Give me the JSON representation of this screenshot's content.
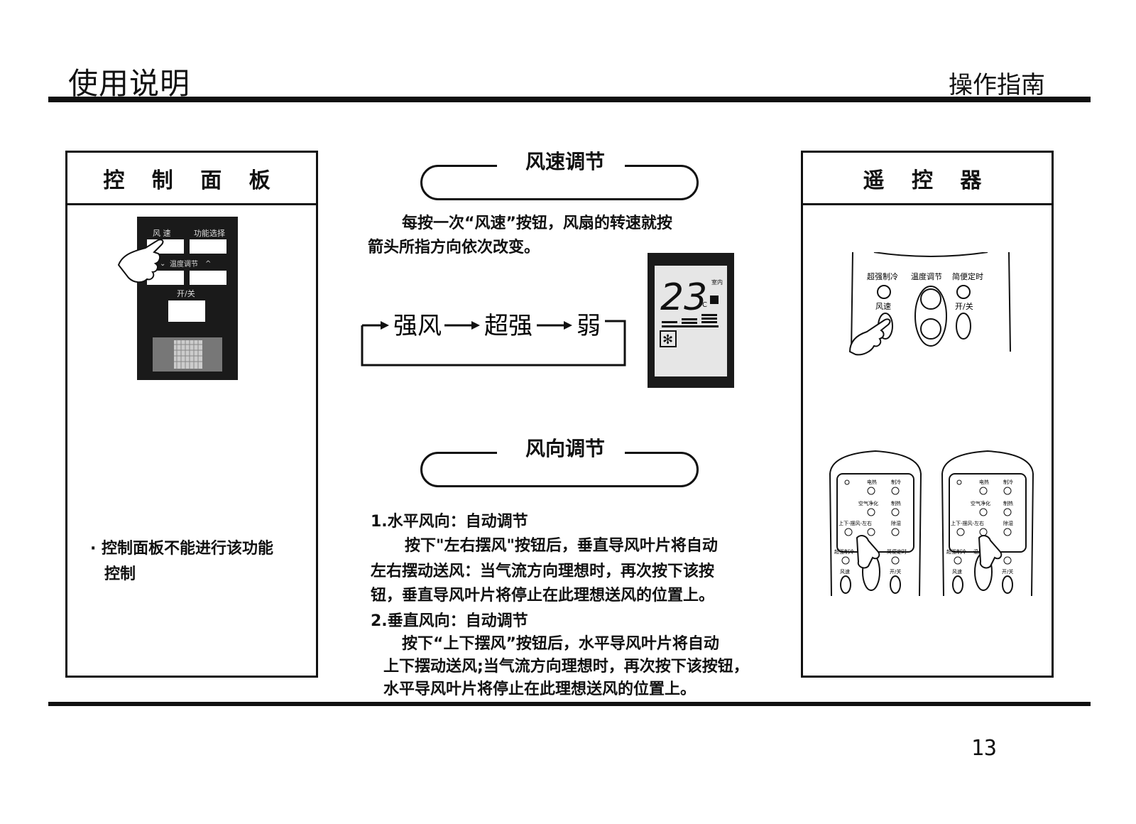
{
  "header": {
    "left_title": "使用说明",
    "right_title": "操作指南"
  },
  "page_number": "13",
  "left_panel": {
    "title": "控 制 面 板",
    "panel_labels": {
      "fan_speed": "风 速",
      "function_select": "功能选择",
      "temp_adjust": "温度调节",
      "power": "开/关"
    },
    "note_line1": "· 控制面板不能进行该功能",
    "note_line2": "控制"
  },
  "fan_speed_section": {
    "heading": "风速调节",
    "desc_line1": "每按一次“风速”按钮，风扇的转速就按",
    "desc_line2": "箭头所指方向依次改变。",
    "flow": [
      "强风",
      "超强",
      "弱"
    ],
    "display": {
      "temperature": "23",
      "unit": "°C",
      "indoor_label": "室内"
    }
  },
  "wind_direction_section": {
    "heading": "风向调节",
    "item1_title": "1.水平风向：自动调节",
    "item1_line1": "按下\"左右摆风\"按钮后，垂直导风叶片将自动",
    "item1_line2": "左右摆动送风：当气流方向理想时，再次按下该按",
    "item1_line3": "钮，垂直导风叶片将停止在此理想送风的位置上。",
    "item2_title": "2.垂直风向：自动调节",
    "item2_line1": "按下“上下摆风”按钮后，水平导风叶片将自动",
    "item2_line2": "上下摆动送风;当气流方向理想时，再次按下该按钮，",
    "item2_line3": "水平导风叶片将停止在此理想送风的位置上。"
  },
  "right_panel": {
    "title": "遥 控 器",
    "remote_top": {
      "super_cool": "超强制冷",
      "temp_adjust": "温度调节",
      "simple_timer": "简便定时",
      "fan_speed": "风速",
      "power": "开/关"
    },
    "remote_small": {
      "electric_heat": "电热",
      "cool": "制冷",
      "air_purify": "空气净化",
      "heat": "制热",
      "swing_updown": "上下-摆风-左右",
      "dehumid": "除湿",
      "super_cool": "超强制冷",
      "temp_adjust": "温度调节",
      "simple_timer": "简便定时",
      "fan_speed": "风速",
      "power": "开/关"
    }
  },
  "colors": {
    "ink": "#111111",
    "panel_dark": "#1a1a1a",
    "lcd_bg": "#e6e6e6"
  }
}
